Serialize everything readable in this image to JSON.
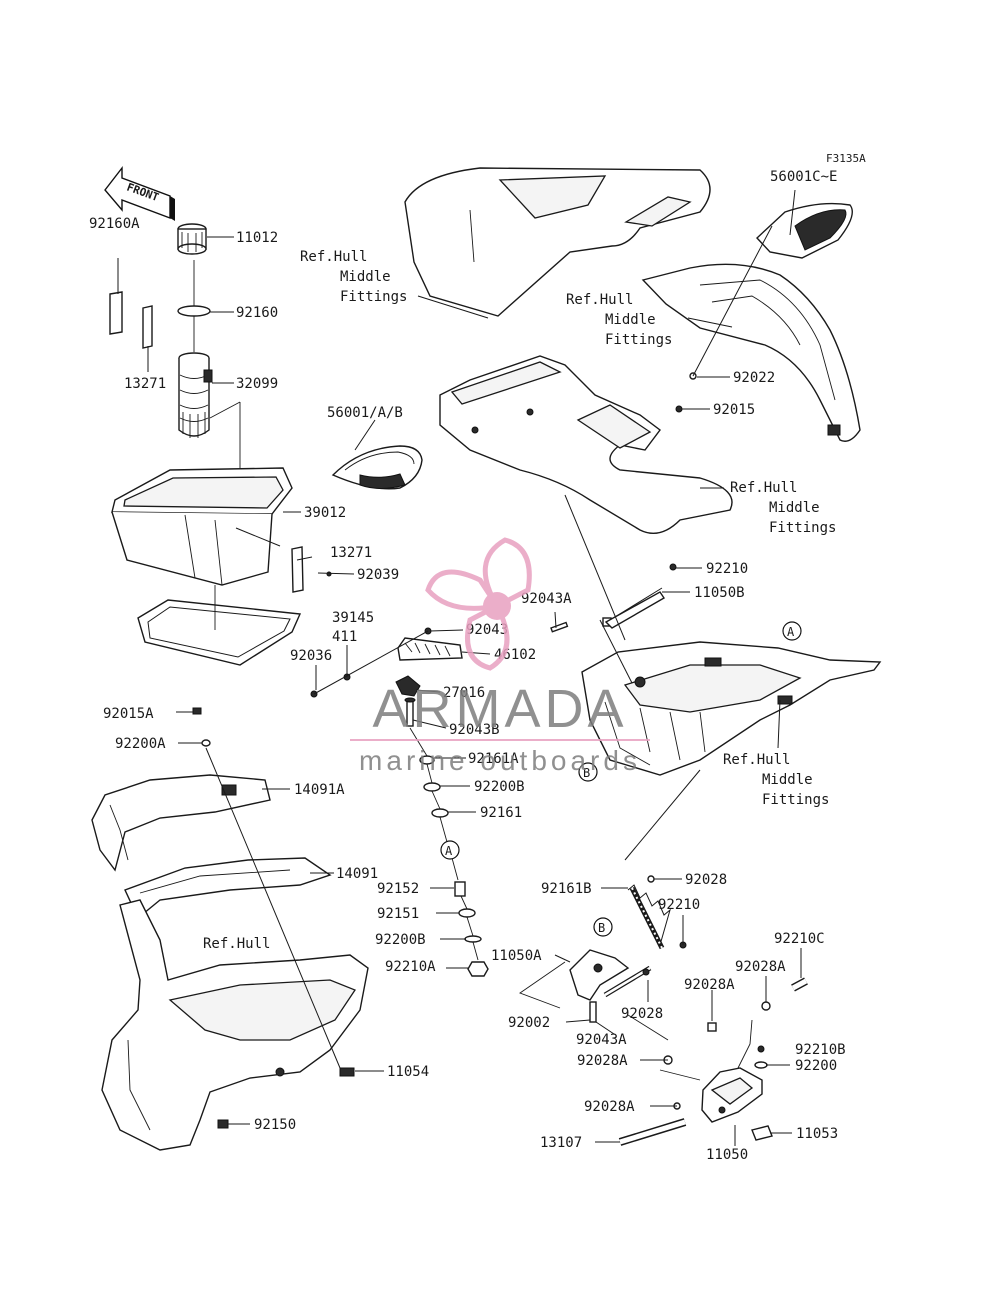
{
  "figure_code": "F3135A",
  "front_arrow_label": "FRONT",
  "watermark": {
    "brand": "ARMADA",
    "tagline": "marine outboards",
    "brand_color": "#7d7d7d",
    "logo_color": "#e8a0c0"
  },
  "callouts": {
    "c11012": "11012",
    "c92160A": "92160A",
    "c92160": "92160",
    "c13271_top": "13271",
    "c32099": "32099",
    "c39012": "39012",
    "c13271_mid": "13271",
    "c92039": "92039",
    "c39145": "39145",
    "c411": "411",
    "c92036": "92036",
    "c92043": "92043",
    "c46102": "46102",
    "c27016": "27016",
    "c92043B": "92043B",
    "c92161A": "92161A",
    "c92200B_top": "92200B",
    "c92161": "92161",
    "c92152": "92152",
    "c92151": "92151",
    "c92200B_bot": "92200B",
    "c92210A": "92210A",
    "c56001ABC": "56001/A/B",
    "c56001CE": "56001C~E",
    "c92022": "92022",
    "c92015": "92015",
    "c92043A_top": "92043A",
    "c92210_top": "92210",
    "c11050B": "11050B",
    "c92015A": "92015A",
    "c92200A": "92200A",
    "c14091A": "14091A",
    "c14091": "14091",
    "c11054": "11054",
    "c92150": "92150",
    "c92161B": "92161B",
    "c92028_top": "92028",
    "c92210_mid": "92210",
    "c11050A": "11050A",
    "c92028_mid": "92028",
    "c92002": "92002",
    "c92043A_bot": "92043A",
    "c92028A_1": "92028A",
    "c92210C": "92210C",
    "c92028A_2": "92028A",
    "c92028A_3": "92028A",
    "c92210B": "92210B",
    "c92200": "92200",
    "c92028A_4": "92028A",
    "c11053": "11053",
    "c13107": "13107",
    "c11050": "11050"
  },
  "ref_labels": {
    "ref1": [
      "Ref.Hull",
      "Middle",
      "Fittings"
    ],
    "ref2": [
      "Ref.Hull",
      "Middle",
      "Fittings"
    ],
    "ref3": [
      "Ref.Hull",
      "Middle",
      "Fittings"
    ],
    "ref4": [
      "Ref.Hull",
      "Middle",
      "Fittings"
    ],
    "ref5": "Ref.Hull"
  },
  "circle_markers": {
    "a_top": "A",
    "a_mid": "A",
    "b_top": "B",
    "b_bot": "B"
  }
}
